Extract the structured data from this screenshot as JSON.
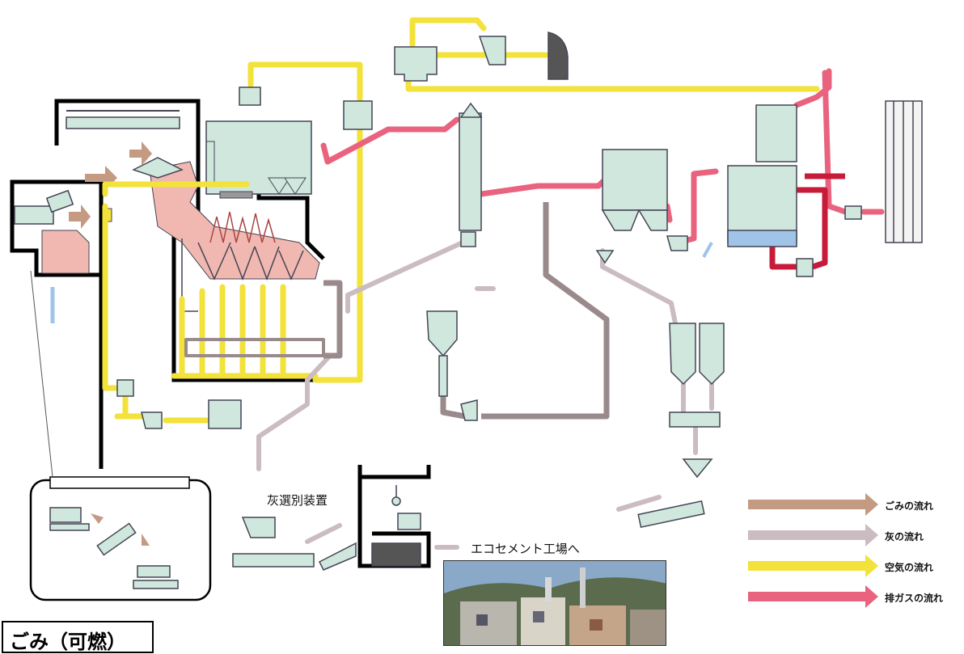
{
  "diagram": {
    "labels": {
      "ash_sorting": "灰選別装置",
      "to_ecocement": "エコセメント工場へ"
    },
    "legend": [
      {
        "label": "ごみの流れ",
        "color": "#c49a82"
      },
      {
        "label": "灰の流れ",
        "color": "#cbbcc2"
      },
      {
        "label": "空気の流れ",
        "color": "#f2e23a"
      },
      {
        "label": "排ガスの流れ",
        "color": "#e9637f"
      }
    ],
    "title_box": "ごみ（可燃）"
  },
  "colors": {
    "waste": "#c49a82",
    "ash": "#cbbcc2",
    "air": "#f2e23a",
    "flue_gas": "#e9637f",
    "flue_gas_dark": "#c81b3a",
    "equipment": "#cfe7dc",
    "equipment_stroke": "#445",
    "wall": "#000000",
    "pit": "#f0b8b0",
    "ash_pipe": "#9a8a8c",
    "water": "#9fc4e8"
  }
}
